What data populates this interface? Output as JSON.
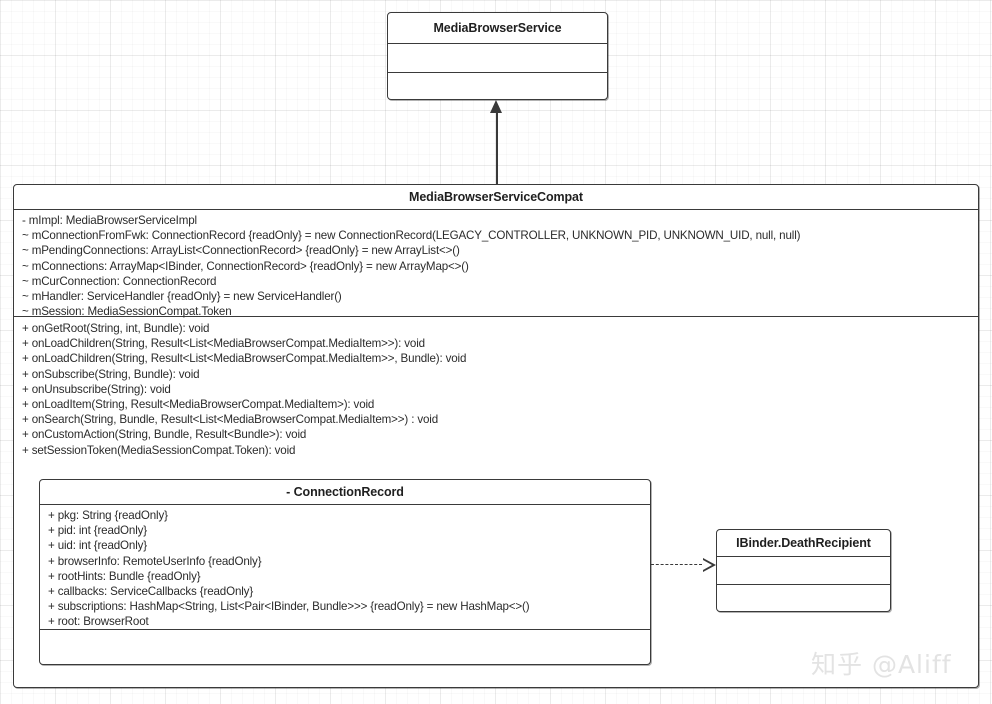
{
  "diagram": {
    "title": "MediaBrowserServiceCompat UML class diagram",
    "watermark": "知乎 @Aliff",
    "accent_color": "#3a3a3a",
    "background_color": "#ffffff",
    "text_color": "#2b2b2b"
  },
  "classes": {
    "media_browser_service": {
      "name": "MediaBrowserService",
      "attributes": [],
      "methods": []
    },
    "media_browser_service_compat": {
      "name": "MediaBrowserServiceCompat",
      "attributes": [
        "- mImpl: MediaBrowserServiceImpl",
        "~ mConnectionFromFwk: ConnectionRecord {readOnly} = new ConnectionRecord(LEGACY_CONTROLLER, UNKNOWN_PID, UNKNOWN_UID, null, null)",
        "~ mPendingConnections: ArrayList<ConnectionRecord> {readOnly} = new ArrayList<>()",
        "~ mConnections: ArrayMap<IBinder, ConnectionRecord> {readOnly} = new ArrayMap<>()",
        "~ mCurConnection: ConnectionRecord",
        "~ mHandler: ServiceHandler {readOnly} = new ServiceHandler()",
        "~ mSession: MediaSessionCompat.Token"
      ],
      "methods": [
        "+ onGetRoot(String, int, Bundle): void",
        "+ onLoadChildren(String, Result<List<MediaBrowserCompat.MediaItem>>): void",
        "+ onLoadChildren(String, Result<List<MediaBrowserCompat.MediaItem>>, Bundle): void",
        "+ onSubscribe(String, Bundle): void",
        "+ onUnsubscribe(String): void",
        "+ onLoadItem(String, Result<MediaBrowserCompat.MediaItem>): void",
        "+ onSearch(String, Bundle, Result<List<MediaBrowserCompat.MediaItem>>) : void",
        "+ onCustomAction(String, Bundle, Result<Bundle>): void",
        "+ setSessionToken(MediaSessionCompat.Token): void"
      ]
    },
    "connection_record": {
      "name": "- ConnectionRecord",
      "attributes": [
        "+ pkg: String {readOnly}",
        "+ pid: int {readOnly}",
        "+ uid: int {readOnly}",
        "+ browserInfo: RemoteUserInfo {readOnly}",
        "+ rootHints: Bundle {readOnly}",
        "+ callbacks: ServiceCallbacks {readOnly}",
        "+ subscriptions: HashMap<String, List<Pair<IBinder, Bundle>>> {readOnly} = new HashMap<>()",
        "+ root: BrowserRoot"
      ],
      "methods": []
    },
    "ibinder_death_recipient": {
      "name": "IBinder.DeathRecipient",
      "attributes": [],
      "methods": []
    }
  },
  "relationships": [
    {
      "id": "generalization",
      "from": "MediaBrowserServiceCompat",
      "to": "MediaBrowserService",
      "type": "generalization",
      "style": "solid-filled-arrow"
    },
    {
      "id": "realization",
      "from": "ConnectionRecord",
      "to": "IBinder.DeathRecipient",
      "type": "realization",
      "style": "dashed-hollow-arrow"
    }
  ]
}
